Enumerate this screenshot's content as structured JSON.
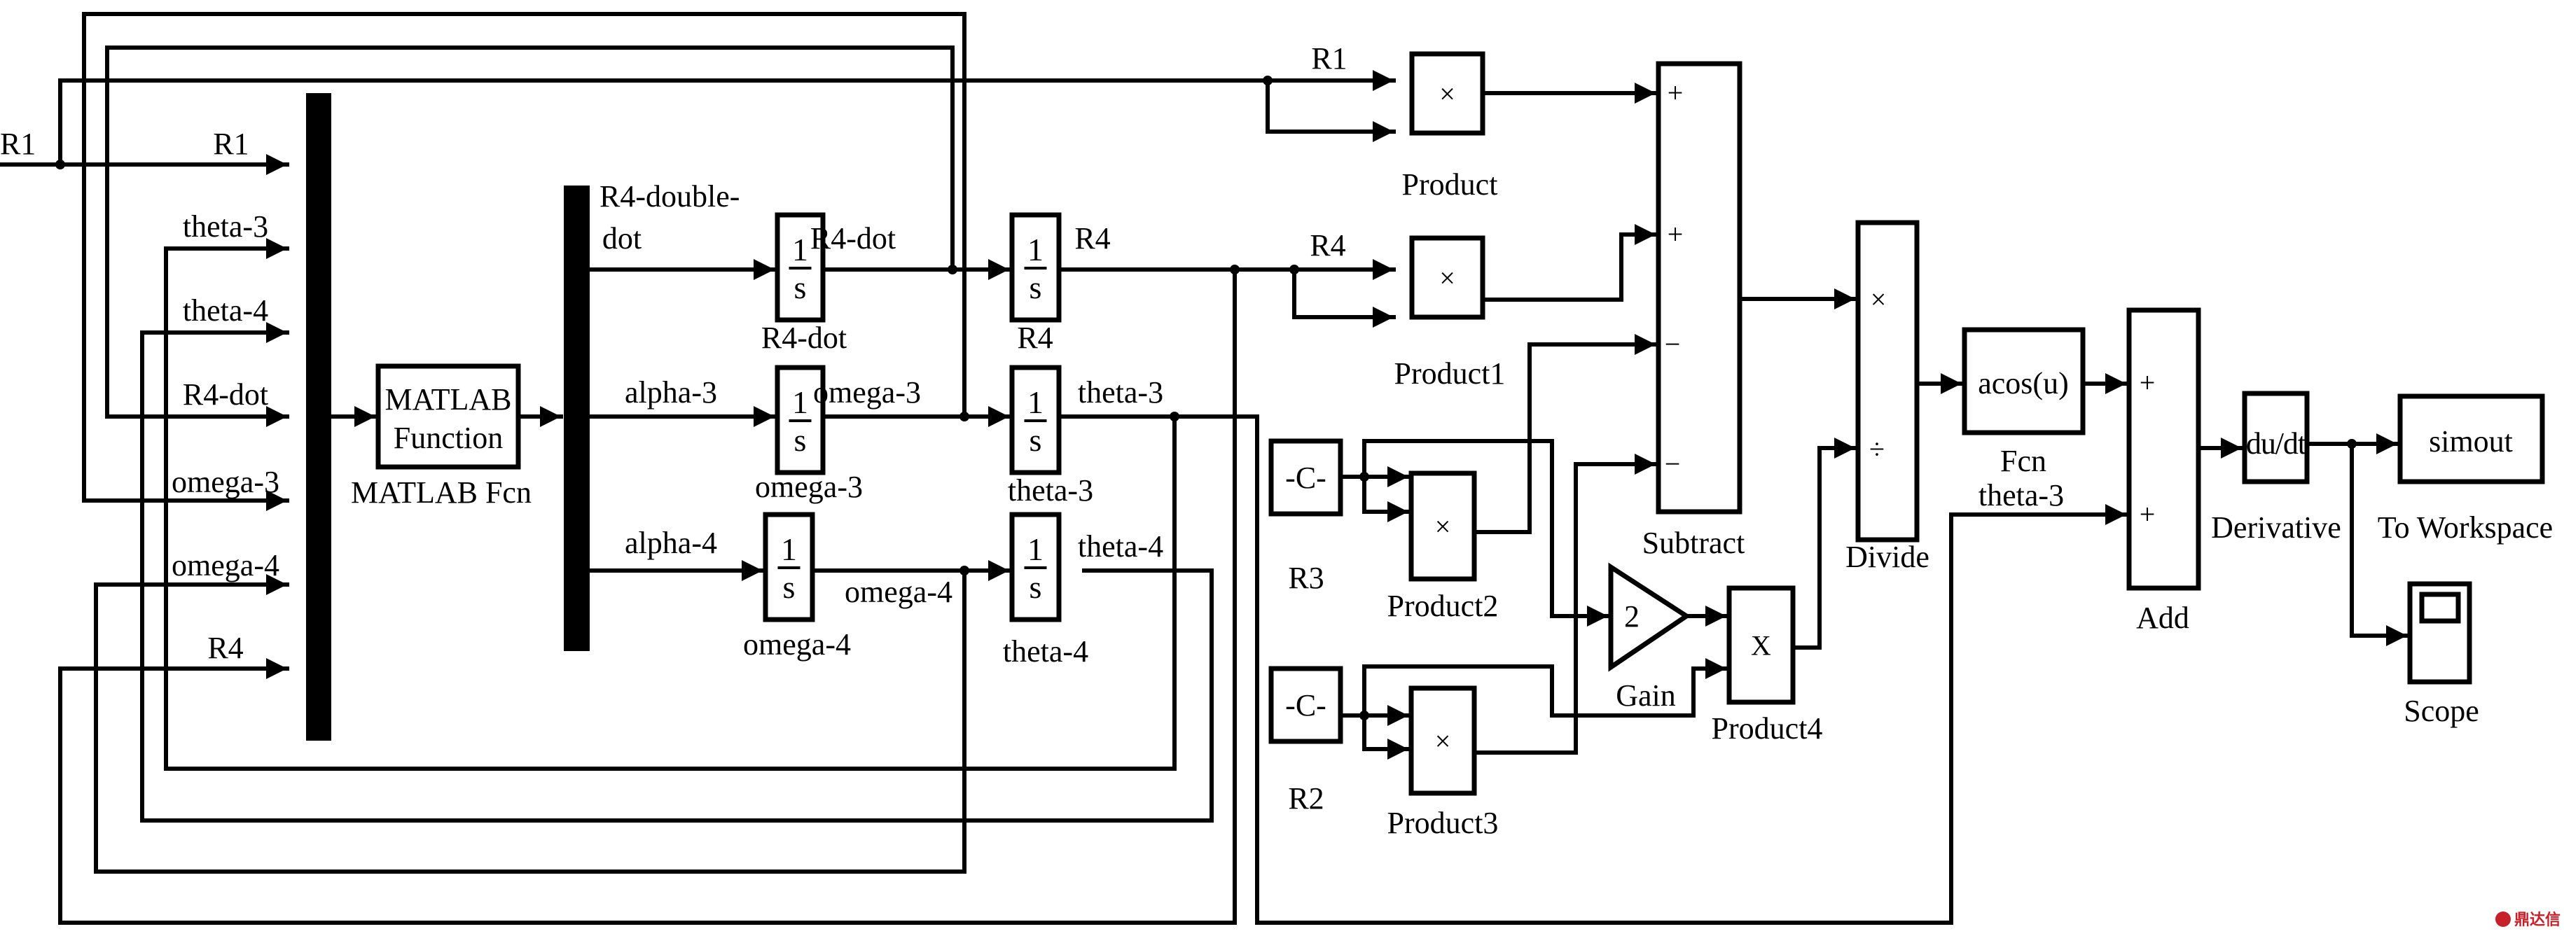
{
  "diagram": {
    "type": "simulink-block-diagram",
    "colors": {
      "line": "#000000",
      "background": "#ffffff",
      "watermark": "#c8202a"
    },
    "input_signal": "R1",
    "mux_inputs": [
      "R1",
      "theta-3",
      "theta-4",
      "R4-dot",
      "omega-3",
      "omega-4",
      "R4"
    ],
    "matlab_fcn": {
      "line1": "MATLAB",
      "line2": "Function",
      "name": "MATLAB Fcn"
    },
    "demux_outputs": {
      "out1_line1": "R4-double-",
      "out1_line2": "dot",
      "out2": "alpha-3",
      "out3": "alpha-4"
    },
    "integrators": [
      {
        "num": "1",
        "den": "s",
        "name": "R4-dot",
        "out_signal": "R4-dot"
      },
      {
        "num": "1",
        "den": "s",
        "name": "omega-3",
        "out_signal": "omega-3"
      },
      {
        "num": "1",
        "den": "s",
        "name": "omega-4",
        "out_signal": "omega-4"
      },
      {
        "num": "1",
        "den": "s",
        "name": "R4",
        "out_signal": "R4"
      },
      {
        "num": "1",
        "den": "s",
        "name": "theta-3",
        "out_signal": "theta-3"
      },
      {
        "num": "1",
        "den": "s",
        "name": "theta-4",
        "out_signal": "theta-4"
      }
    ],
    "signals": {
      "r1_top": "R1",
      "r4_mid": "R4"
    },
    "products": [
      {
        "name": "Product",
        "symbol": "×"
      },
      {
        "name": "Product1",
        "symbol": "×"
      },
      {
        "name": "Product2",
        "symbol": "×"
      },
      {
        "name": "Product3",
        "symbol": "×"
      },
      {
        "name": "Product4",
        "symbol": "X"
      }
    ],
    "constants": [
      {
        "name": "R3",
        "symbol": "-C-"
      },
      {
        "name": "R2",
        "symbol": "-C-"
      }
    ],
    "gain": {
      "name": "Gain",
      "value": "2"
    },
    "subtract": {
      "name": "Subtract",
      "signs": [
        "+",
        "+",
        "−",
        "−"
      ]
    },
    "divide": {
      "name": "Divide",
      "signs": [
        "×",
        "÷"
      ]
    },
    "fcn": {
      "expr": "acos(u)",
      "name": "Fcn",
      "out_signal": "theta-3"
    },
    "add": {
      "name": "Add",
      "signs": [
        "+",
        "+"
      ]
    },
    "derivative": {
      "expr": "du/dt",
      "name": "Derivative"
    },
    "to_workspace": {
      "var": "simout",
      "name": "To Workspace"
    },
    "scope": {
      "name": "Scope"
    },
    "watermark": "鼎达信"
  }
}
